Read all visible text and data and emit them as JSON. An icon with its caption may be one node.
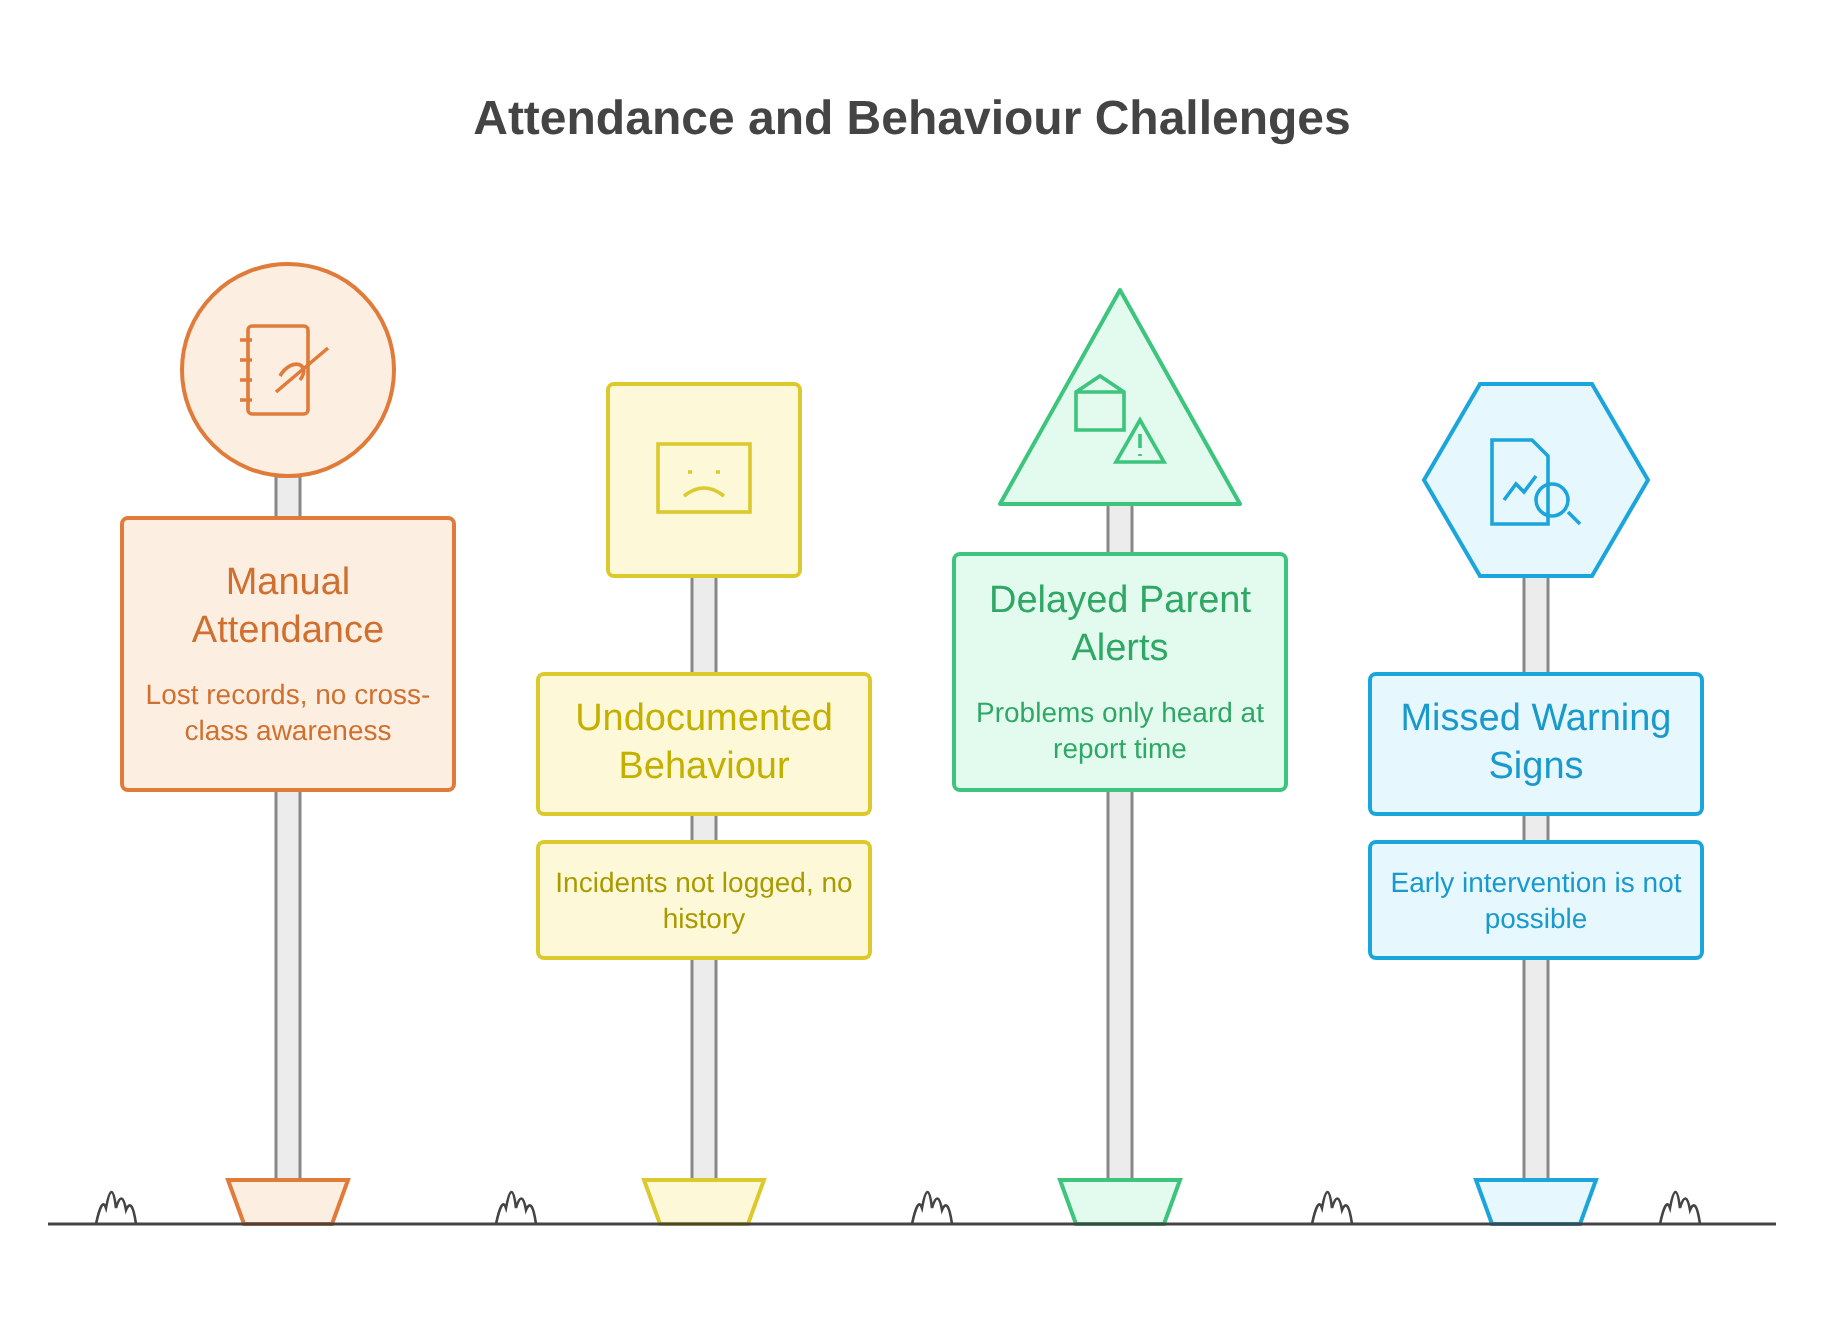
{
  "diagram": {
    "title": "Attendance and Behaviour Challenges",
    "nodes": [
      {
        "text": [
          "Manual Attendance",
          "Lost records, no cross-class awareness"
        ]
      },
      {
        "text": [
          "Undocumented Behaviour"
        ]
      },
      {
        "text": [
          "Incidents not logged, no history"
        ]
      },
      {
        "text": [
          "Delayed Parent Alerts",
          "Problems only heard at report time"
        ]
      },
      {
        "text": [
          "Missed Warning Signs"
        ]
      },
      {
        "text": [
          "Early intervention is not possible"
        ]
      }
    ]
  }
}
